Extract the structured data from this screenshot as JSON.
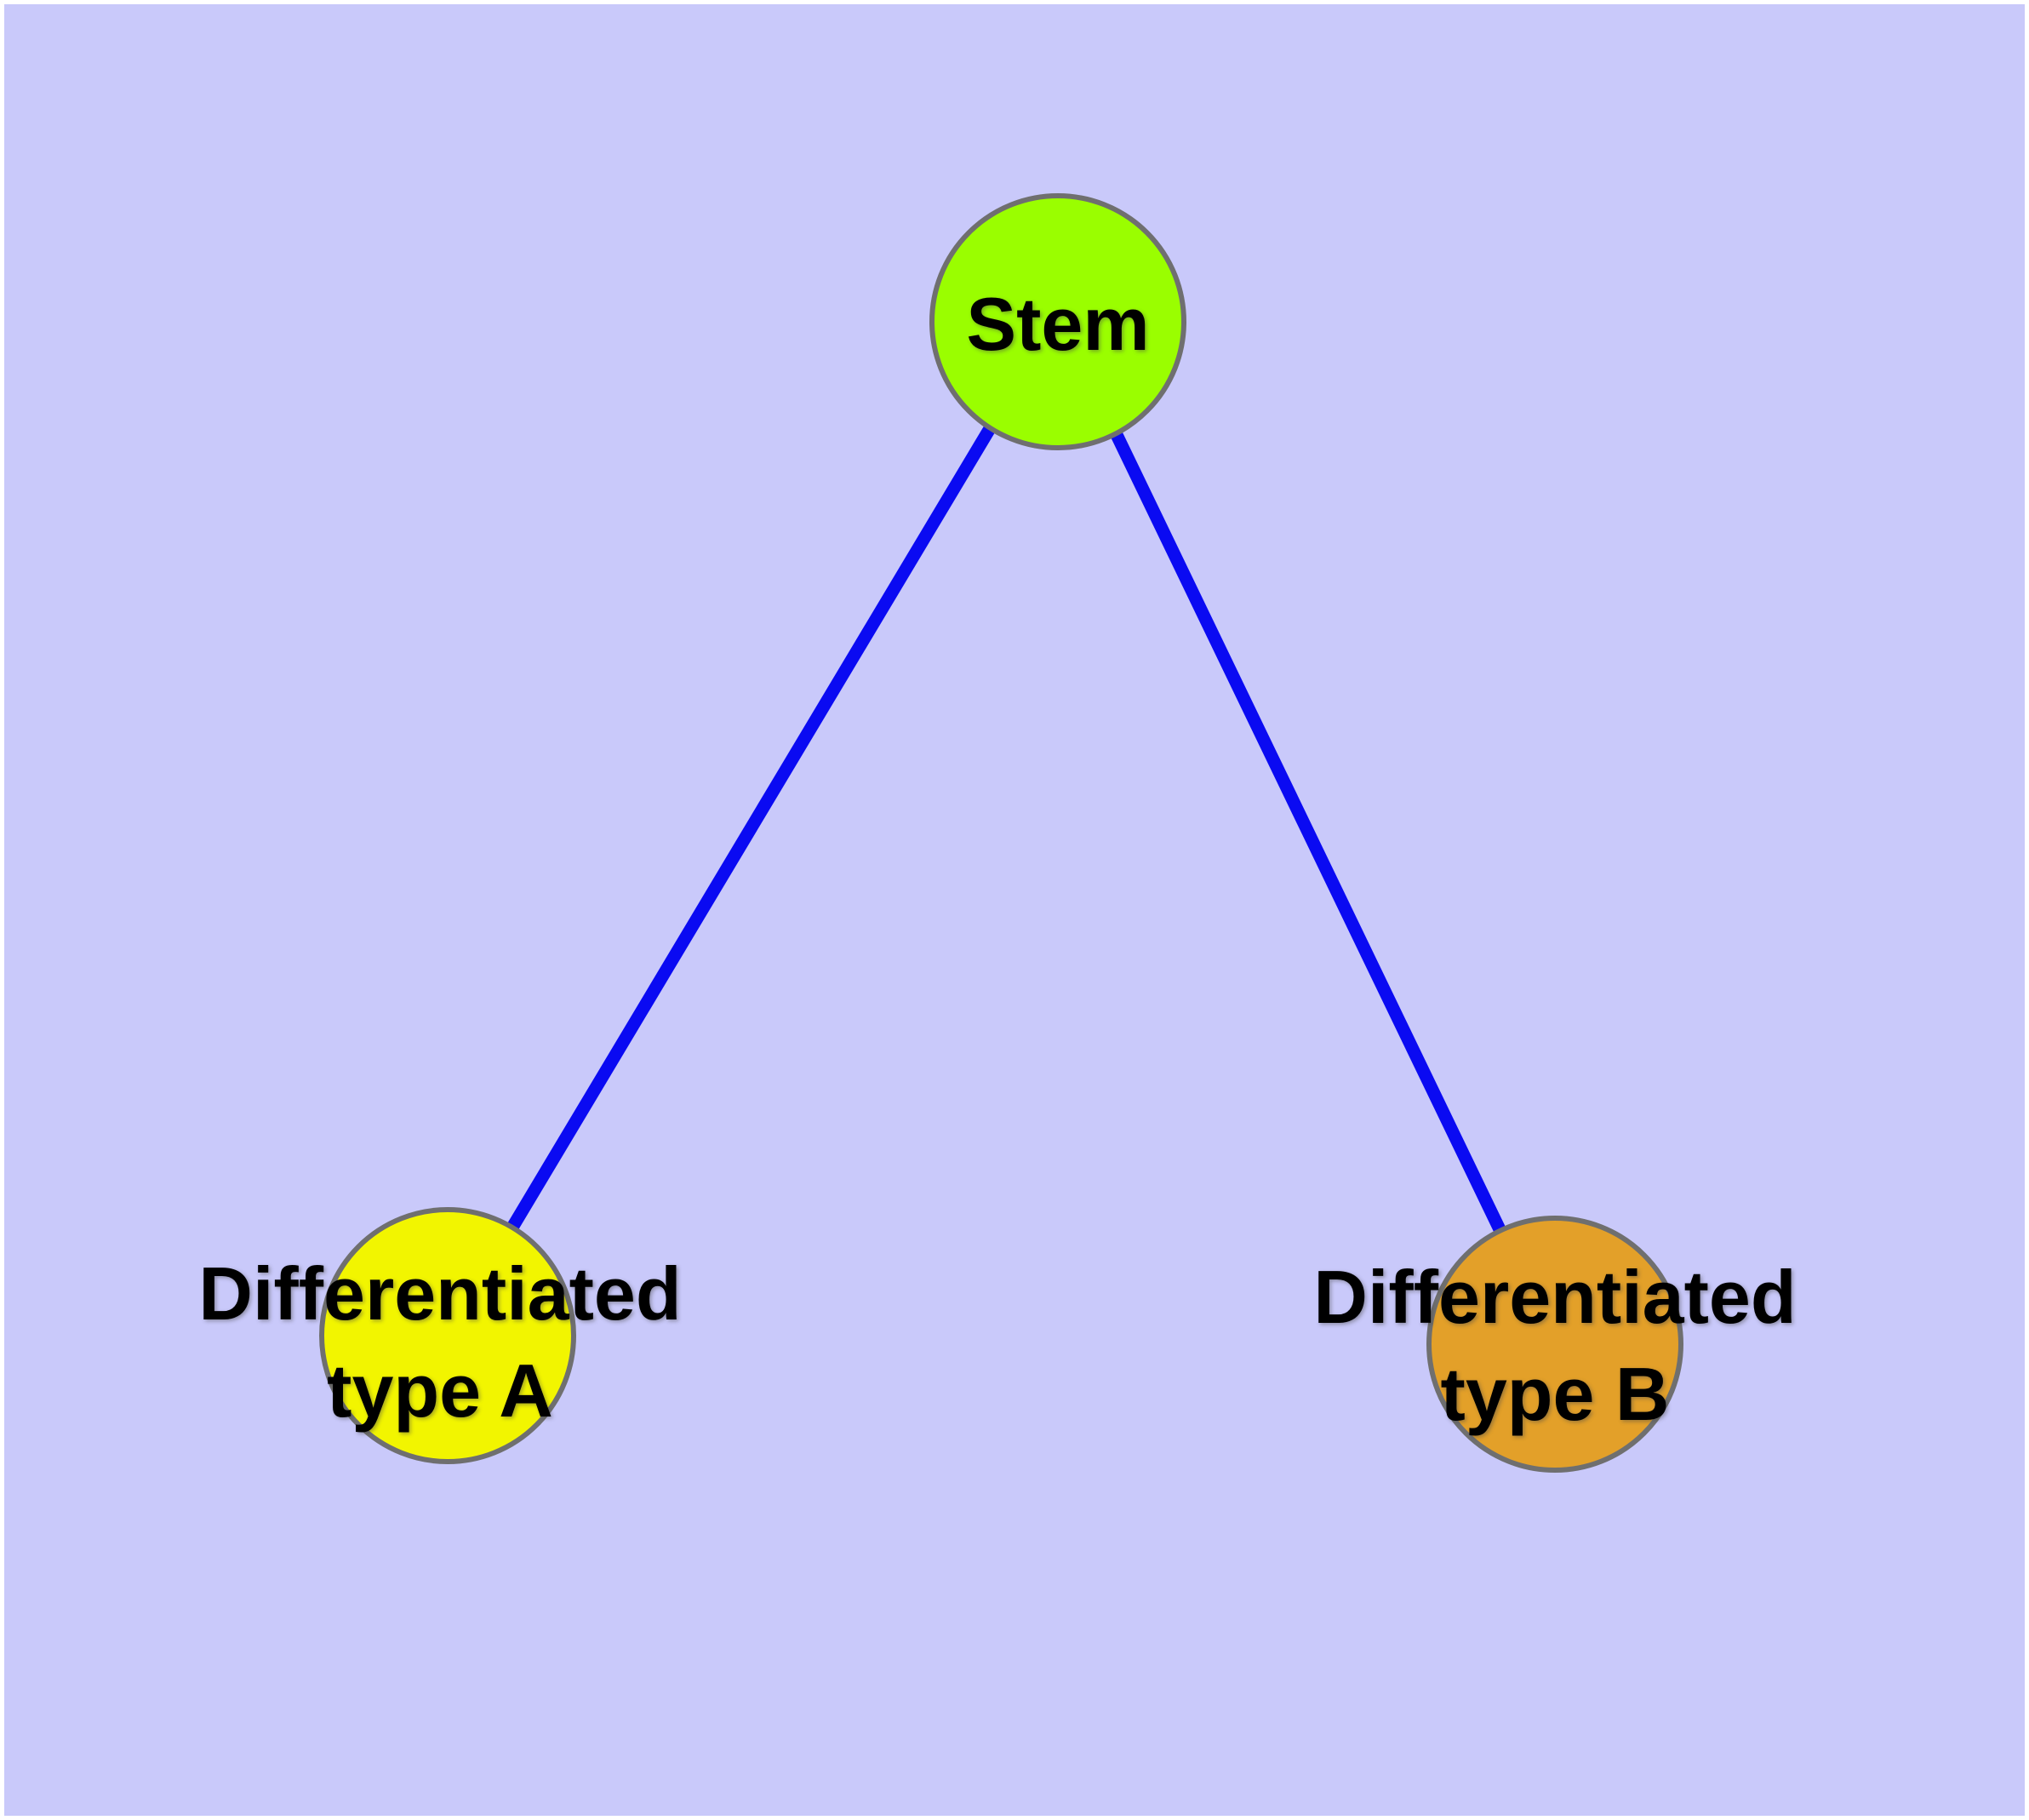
{
  "figure": {
    "type": "graph-diagram",
    "description": "Cell differentiation hierarchy: one stem node connected to two differentiated cell type nodes",
    "background_color": "#C9C9FA",
    "frame_color": "#FFFFFF",
    "edge_color": "#0A0AF2",
    "node_border_color": "#6F6F6F",
    "label_color": "#000000"
  },
  "nodes": [
    {
      "id": "stem",
      "label": "Stem",
      "fill": "#9AFE00"
    },
    {
      "id": "differentiated-a",
      "label_line1": "Differentiated",
      "label_line2": "type A",
      "fill": "#F2F500"
    },
    {
      "id": "differentiated-b",
      "label_line1": "Differentiated",
      "label_line2": "type B",
      "fill": "#E3A029"
    }
  ],
  "edges": [
    {
      "from": "stem",
      "to": "differentiated-a"
    },
    {
      "from": "stem",
      "to": "differentiated-b"
    }
  ]
}
